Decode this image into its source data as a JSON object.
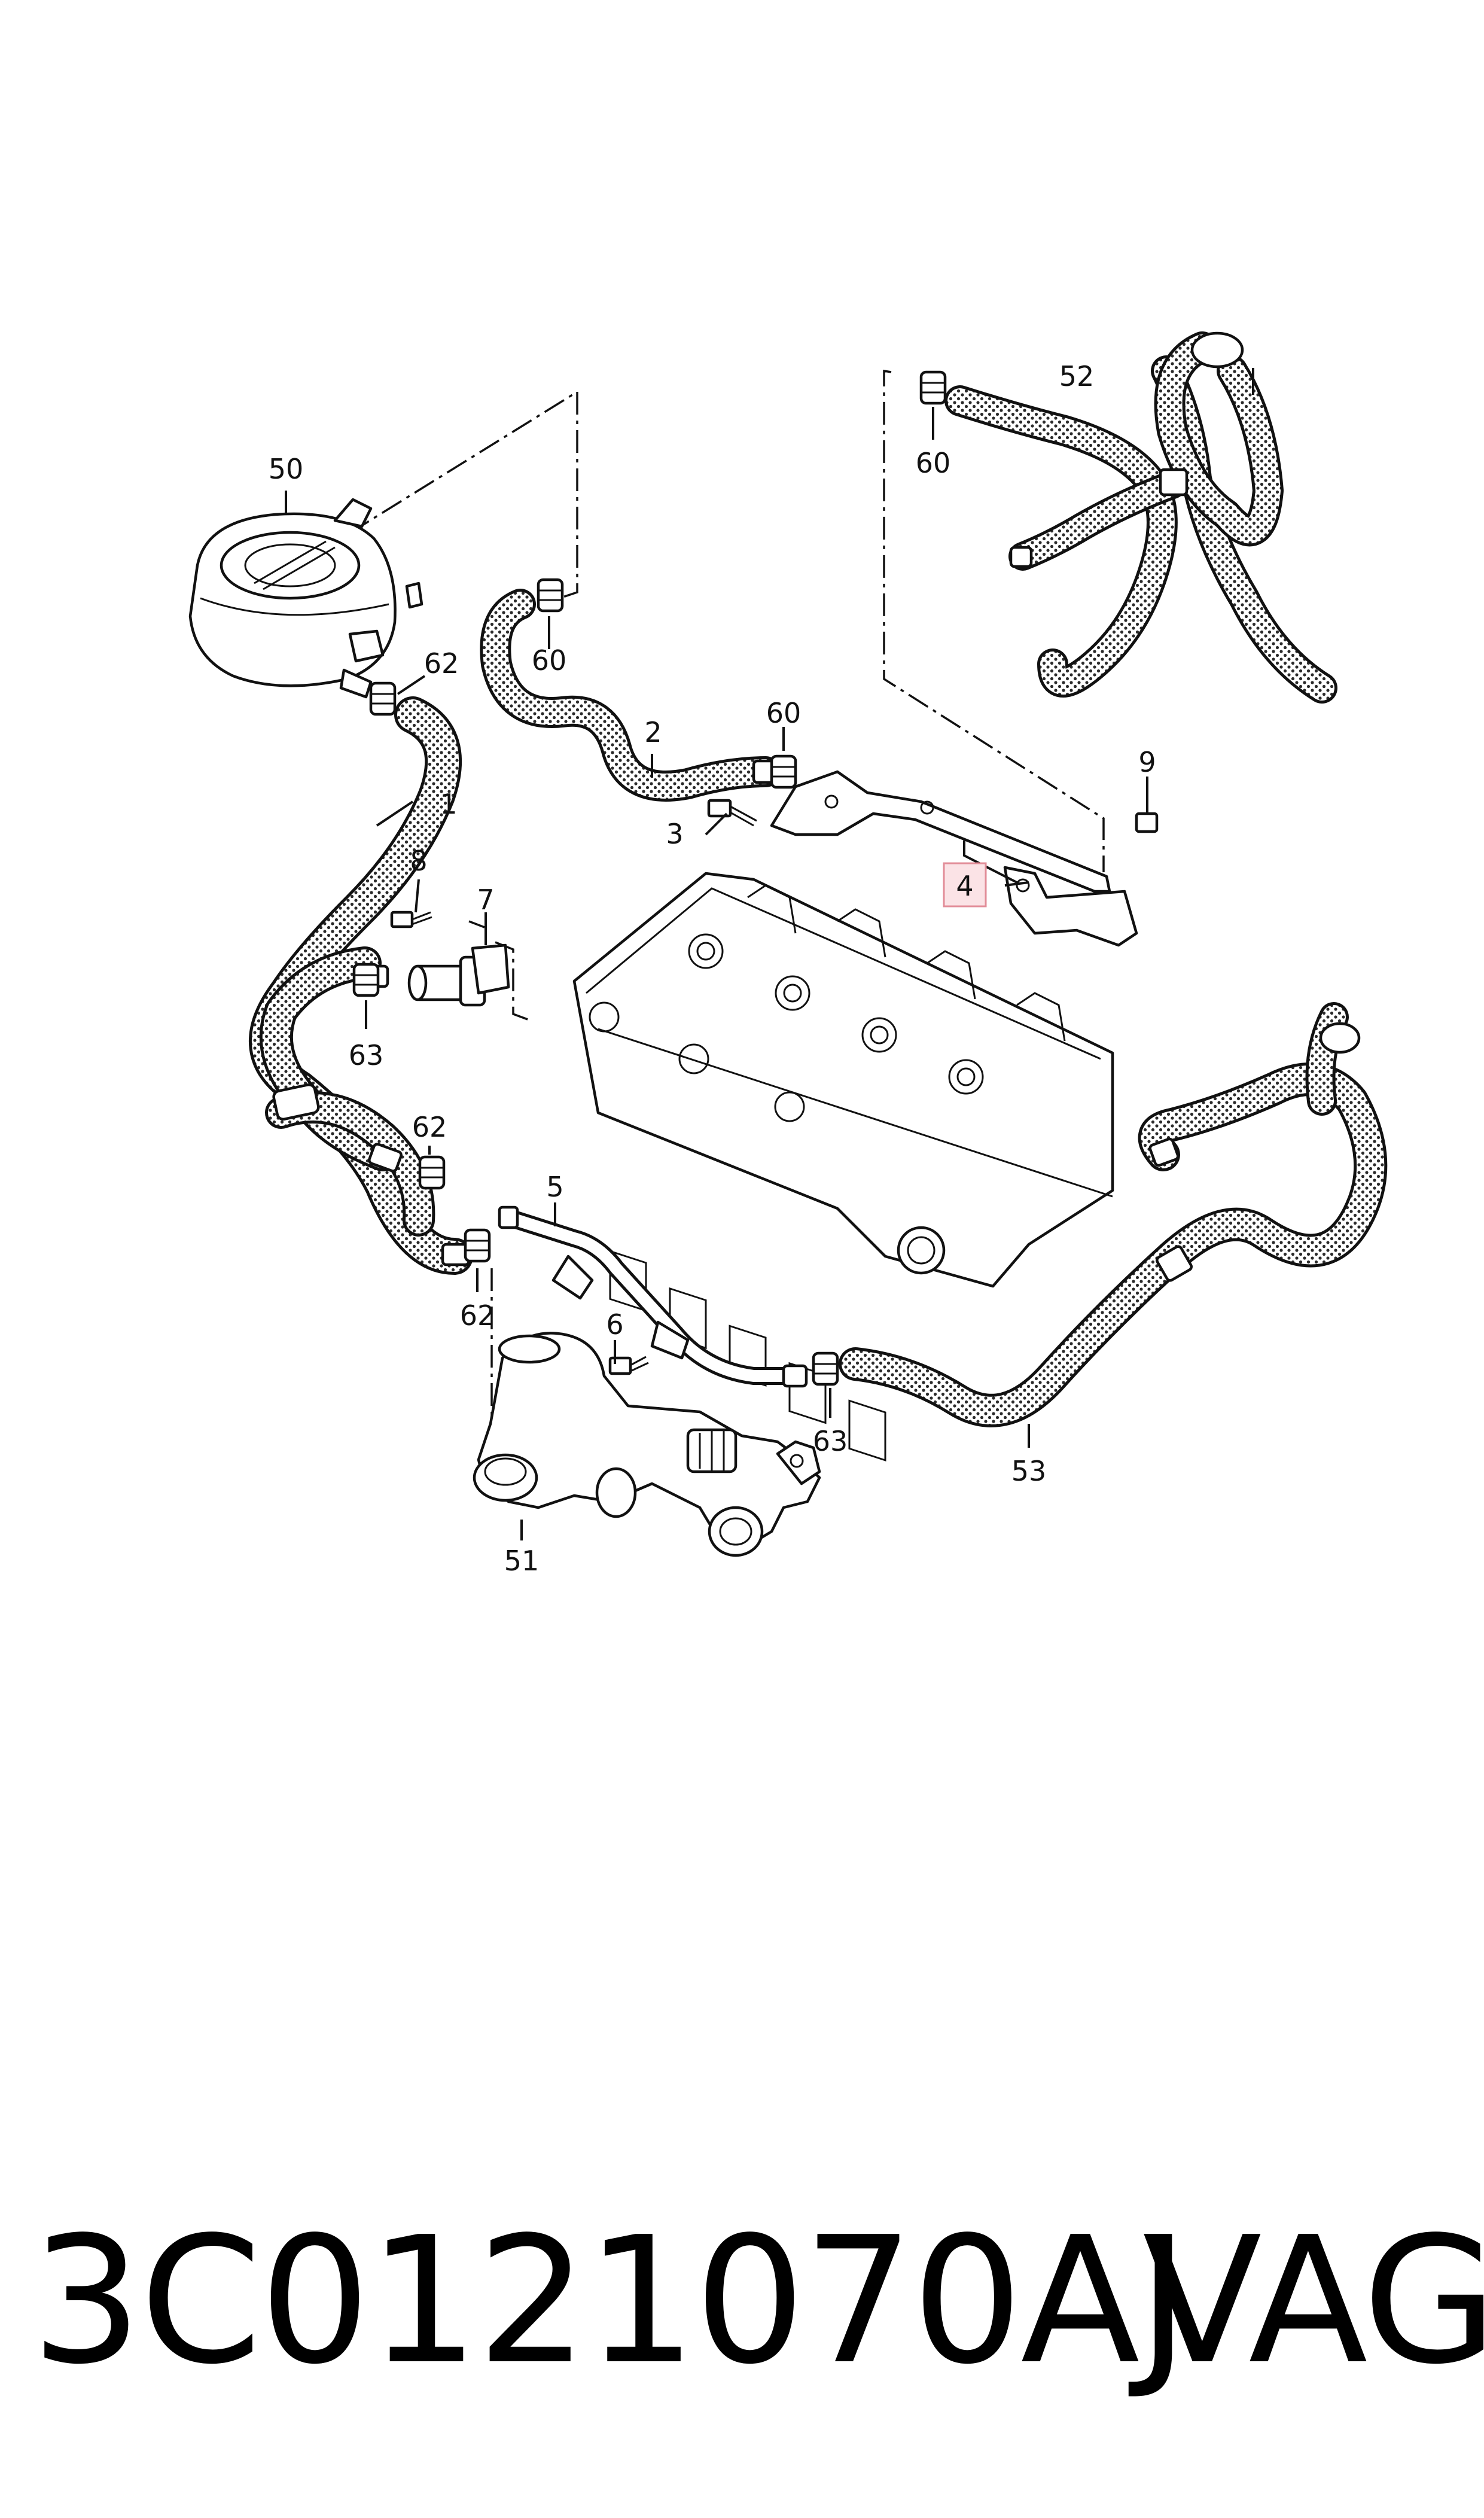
{
  "callouts": {
    "c1": "1",
    "c2": "2",
    "c3": "3",
    "c4": "4",
    "c5": "5",
    "c6": "6",
    "c7": "7",
    "c8": "8",
    "c9": "9",
    "c50": "50",
    "c51": "51",
    "c52": "52",
    "c53": "53",
    "c60a": "60",
    "c60b": "60",
    "c60c": "60",
    "c62a": "62",
    "c62b": "62",
    "c62c": "62",
    "c63a": "63",
    "c63b": "63"
  },
  "highlighted_callout": "4",
  "colors": {
    "line": "#111111",
    "highlight_fill": "#fbe3e6",
    "highlight_stroke": "#e28d98",
    "hose_dots": "#2a2a2a"
  },
  "footer": {
    "part_number": "3C0121070AJ",
    "brand": "VAG"
  }
}
